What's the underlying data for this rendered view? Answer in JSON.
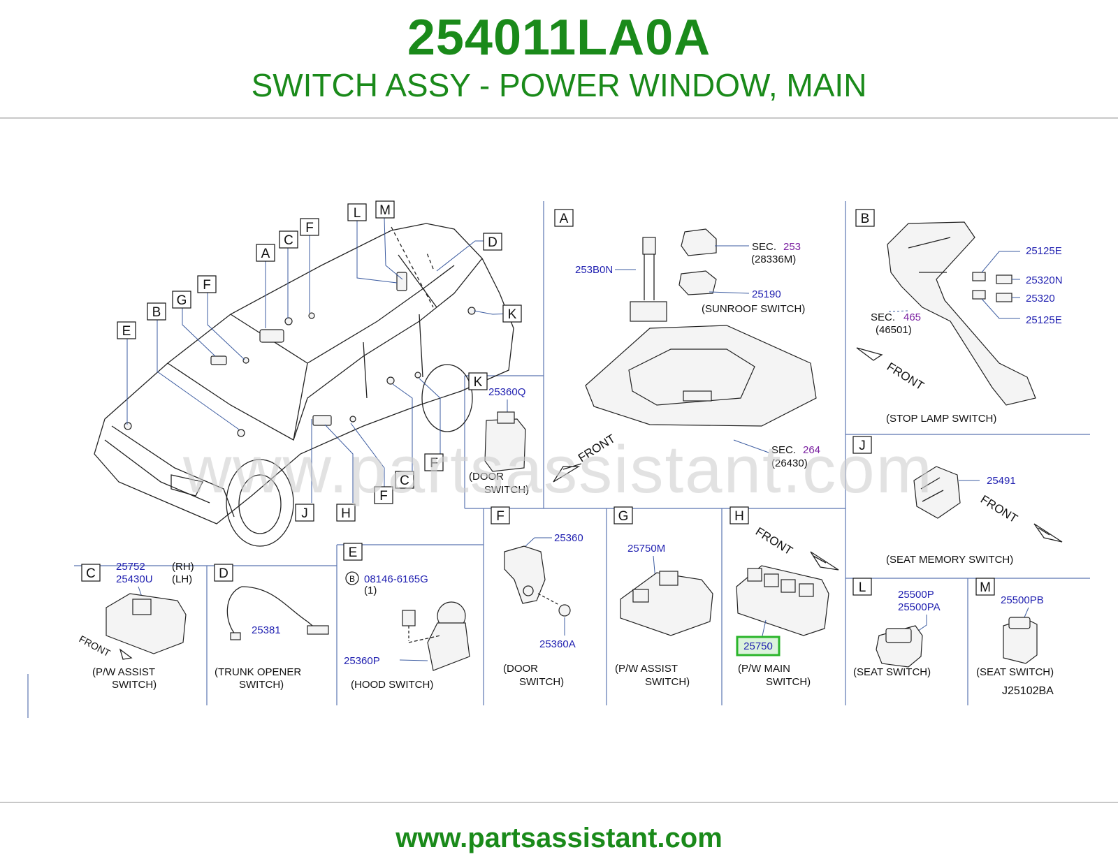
{
  "header": {
    "part_number": "254011LA0A",
    "description": "SWITCH ASSY - POWER WINDOW, MAIN"
  },
  "footer": {
    "url": "www.partsassistant.com"
  },
  "watermark": "www.partsassistant.com",
  "diagram_code": "J25102BA",
  "colors": {
    "brand_green": "#1a8a1a",
    "part_blue": "#1f1fb0",
    "section_purple": "#7a1fa0",
    "highlight_green": "#2ab52a"
  },
  "car_callouts": [
    "L",
    "M",
    "F",
    "C",
    "A",
    "D",
    "F",
    "G",
    "K",
    "B",
    "E",
    "J",
    "H",
    "F",
    "C",
    "F"
  ],
  "panels": {
    "A": {
      "letter": "A",
      "parts": [
        "253B0N",
        "25190"
      ],
      "sec1_label": "SEC.",
      "sec1_num": "253",
      "sec1_code": "(28336M)",
      "caption": "(SUNROOF   SWITCH)",
      "front": "FRONT",
      "sec2_label": "SEC.",
      "sec2_num": "264",
      "sec2_code": "(26430)"
    },
    "B": {
      "letter": "B",
      "parts": [
        "25125E",
        "25320N",
        "25320",
        "25125E"
      ],
      "sec_label": "SEC.",
      "sec_num": "465",
      "sec_code": "(46501)",
      "front": "FRONT",
      "caption": "(STOP   LAMP   SWITCH)"
    },
    "K": {
      "letter": "K",
      "part": "25360Q",
      "caption1": "(DOOR",
      "caption2": "SWITCH)"
    },
    "J": {
      "letter": "J",
      "part": "25491",
      "front": "FRONT",
      "caption": "(SEAT   MEMORY   SWITCH)"
    },
    "C": {
      "letter": "C",
      "part1": "25752",
      "part1_side": "(RH)",
      "part2": "25430U",
      "part2_side": "(LH)",
      "front": "FRONT",
      "caption1": "(P/W   ASSIST",
      "caption2": "SWITCH)"
    },
    "D": {
      "letter": "D",
      "part": "25381",
      "caption1": "(TRUNK   OPENER",
      "caption2": "SWITCH)"
    },
    "E": {
      "letter": "E",
      "bolt_ref": "B",
      "bolt_part": "08146-6165G",
      "bolt_qty": "(1)",
      "part": "25360P",
      "caption": "(HOOD   SWITCH)"
    },
    "F": {
      "letter": "F",
      "part1": "25360",
      "part2": "25360A",
      "caption1": "(DOOR",
      "caption2": "SWITCH)"
    },
    "G": {
      "letter": "G",
      "part": "25750M",
      "caption1": "(P/W   ASSIST",
      "caption2": "SWITCH)"
    },
    "H": {
      "letter": "H",
      "front": "FRONT",
      "part": "25750",
      "caption1": "(P/W   MAIN",
      "caption2": "SWITCH)"
    },
    "L": {
      "letter": "L",
      "part1": "25500P",
      "part2": "25500PA",
      "caption": "(SEAT   SWITCH)"
    },
    "M": {
      "letter": "M",
      "part": "25500PB",
      "caption": "(SEAT   SWITCH)"
    }
  }
}
